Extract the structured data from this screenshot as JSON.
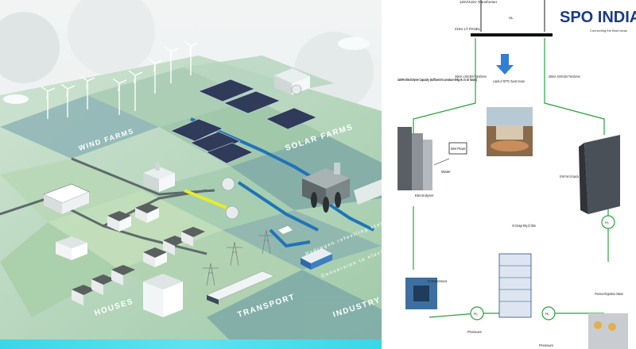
{
  "left_diagram": {
    "labels": {
      "wind_farms": "WIND FARMS",
      "solar_farms": "SOLAR FARMS",
      "houses": "HOUSES",
      "transport": "TRANSPORT",
      "industry": "INDUSTRY",
      "refuelling": "Hydrogen refuelling stations",
      "conversion": "Conversion to electricity"
    }
  },
  "right_diagram": {
    "logo": {
      "title": "SPO INDIA",
      "tagline": "Connecting the Best Ideas"
    },
    "labels": {
      "top_transformer": "11kV/415V Transformer",
      "line_label": "UL",
      "lt_panel": "415V LT PANEL",
      "electrolyser_capacity": "2x50% Electrolyser Capacity (sufficient to produce 50kg H₂ in 10 hours)",
      "trafo_left": "250kVA, 415V/400V Transformer",
      "loads": "Loads of NTPC Guest House",
      "trafo_right": "250kVA, 400V/415V Transformer",
      "dm_plant": "DM Plant",
      "water": "Water",
      "electrolyser": "Electrolyser",
      "fuel_cell": "50 kW Fuel Cell capacity",
      "h2_storage": "H2 Storage 50kg @ 30bar",
      "compressor": "Compressor",
      "pressure_regulation": "Pressure Regulation Station",
      "pressure_left": "Pressure",
      "pressure_right": "Pressure",
      "h2_marker": "H₂"
    }
  }
}
